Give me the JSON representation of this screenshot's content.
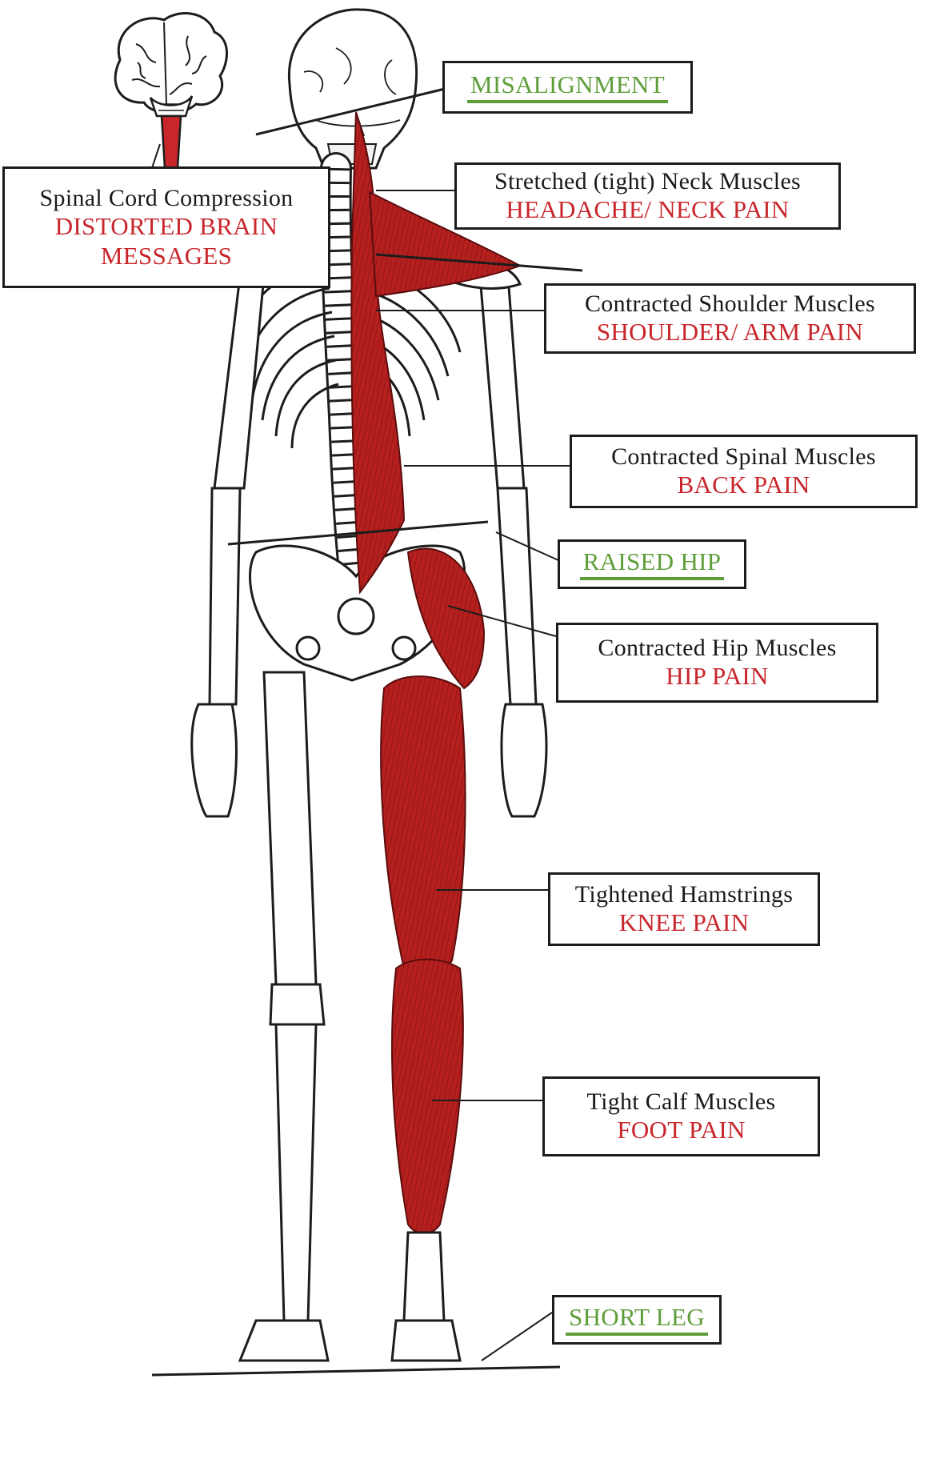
{
  "colors": {
    "symptom_red": "#c8262b",
    "structural_green": "#5e9e3a",
    "muscle_red": "#b5201f",
    "outline": "#1c1c1c"
  },
  "labels": {
    "misalignment": {
      "title": "MISALIGNMENT"
    },
    "spinal_cord": {
      "title": "Spinal Cord Compression",
      "symptom_line1": "DISTORTED BRAIN",
      "symptom_line2": "MESSAGES"
    },
    "neck": {
      "title": "Stretched (tight) Neck Muscles",
      "symptom": "HEADACHE/ NECK PAIN"
    },
    "shoulder": {
      "title": "Contracted Shoulder Muscles",
      "symptom": "SHOULDER/ ARM PAIN"
    },
    "spinal_muscles": {
      "title": "Contracted Spinal Muscles",
      "symptom": "BACK PAIN"
    },
    "raised_hip": {
      "title": "RAISED HIP"
    },
    "hip_muscles": {
      "title": "Contracted Hip Muscles",
      "symptom": "HIP PAIN"
    },
    "hamstrings": {
      "title": "Tightened Hamstrings",
      "symptom": "KNEE PAIN"
    },
    "calf": {
      "title": "Tight Calf Muscles",
      "symptom": "FOOT PAIN"
    },
    "short_leg": {
      "title": "SHORT LEG"
    }
  },
  "icons": [
    "brain-icon",
    "skull-icon",
    "skeleton-figure"
  ]
}
